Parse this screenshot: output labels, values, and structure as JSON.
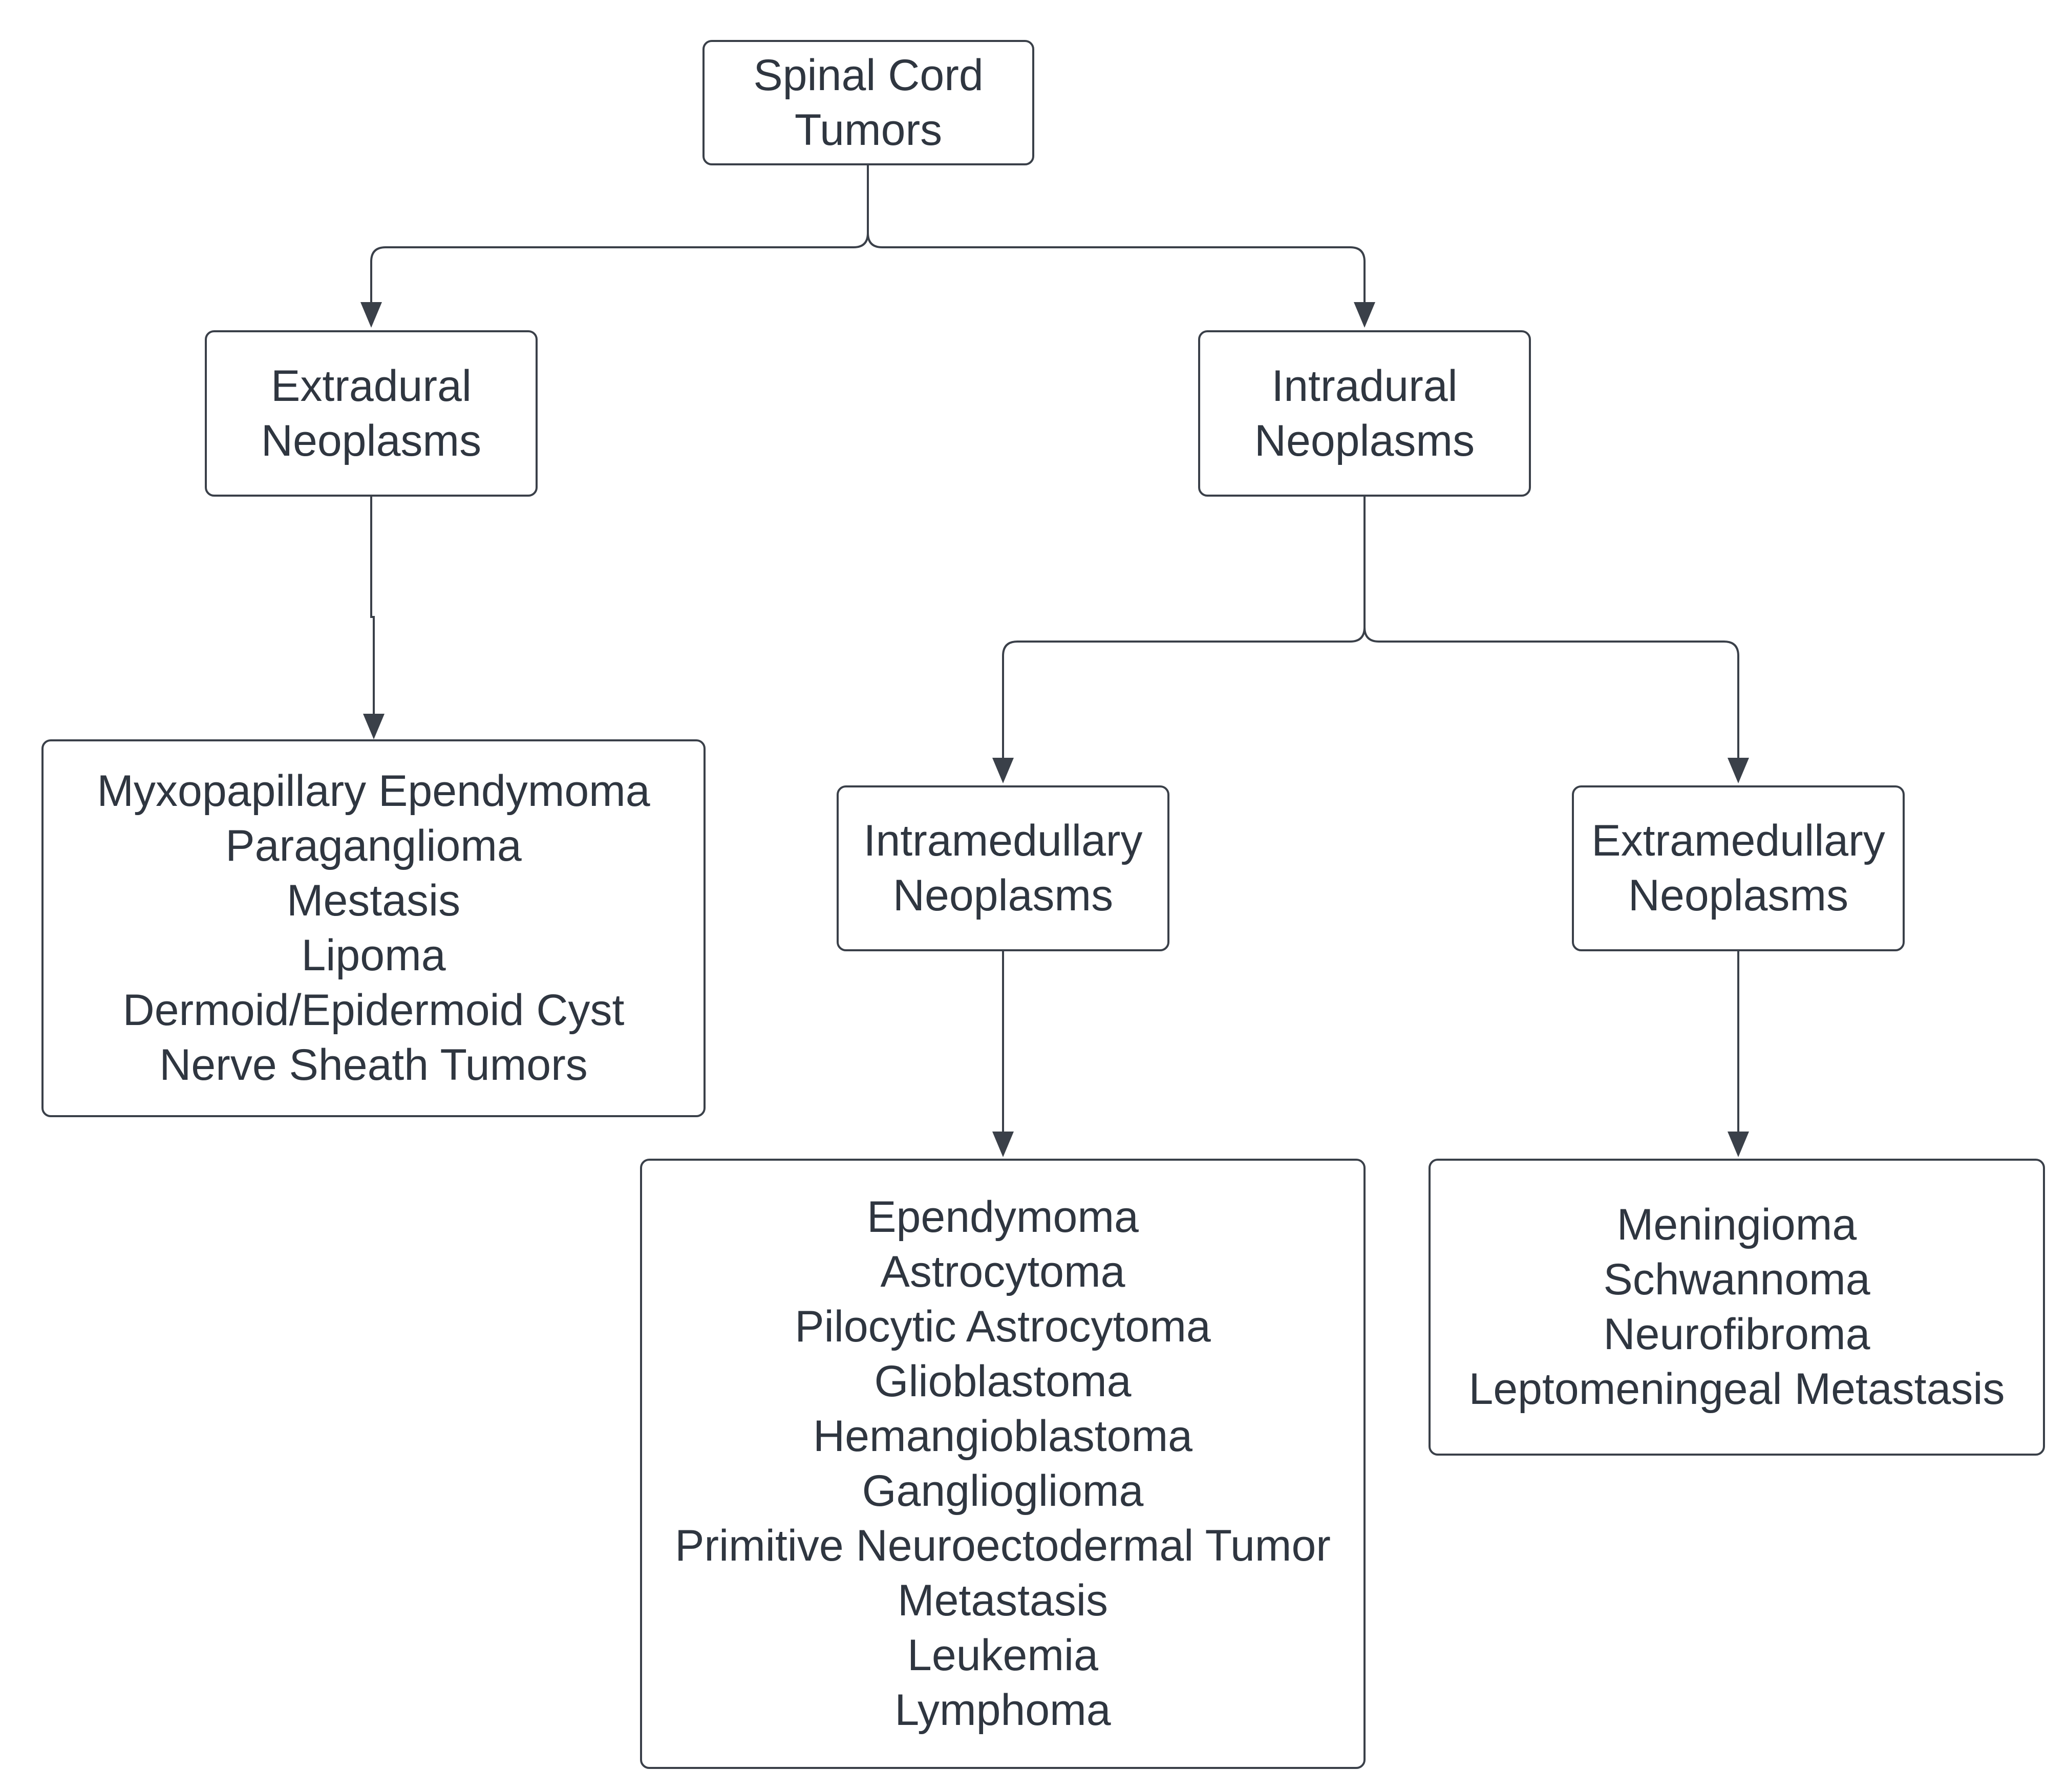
{
  "diagram": {
    "root": {
      "lines": [
        "Spinal Cord",
        "Tumors"
      ]
    },
    "extradural": {
      "lines": [
        "Extradural",
        "Neoplasms"
      ]
    },
    "intradural": {
      "lines": [
        "Intradural",
        "Neoplasms"
      ]
    },
    "extradural_list": {
      "lines": [
        "Myxopapillary Ependymoma",
        "Paraganglioma",
        "Mestasis",
        "Lipoma",
        "Dermoid/Epidermoid Cyst",
        "Nerve Sheath Tumors"
      ]
    },
    "intramedullary": {
      "lines": [
        "Intramedullary",
        "Neoplasms"
      ]
    },
    "extramedullary": {
      "lines": [
        "Extramedullary",
        "Neoplasms"
      ]
    },
    "intramedullary_list": {
      "lines": [
        "Ependymoma",
        "Astrocytoma",
        "Pilocytic Astrocytoma",
        "Glioblastoma",
        "Hemangioblastoma",
        "Ganglioglioma",
        "Primitive Neuroectodermal Tumor",
        "Metastasis",
        "Leukemia",
        "Lymphoma"
      ]
    },
    "extramedullary_list": {
      "lines": [
        "Meningioma",
        "Schwannoma",
        "Neurofibroma",
        "Leptomeningeal Metastasis"
      ]
    },
    "colors": {
      "line": "#3a4049",
      "text": "#2f3640",
      "background": "#ffffff"
    }
  }
}
